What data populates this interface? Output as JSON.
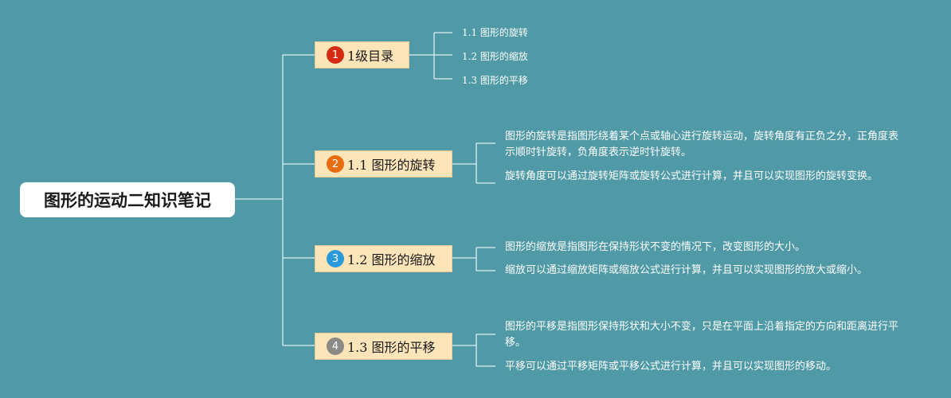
{
  "root": {
    "title": "图形的运动二知识笔记"
  },
  "branches": [
    {
      "badge": "1",
      "badge_color": "#d42a12",
      "label": "1级目录",
      "children": [
        "1.1 图形的旋转",
        "1.2 图形的缩放",
        "1.3 图形的平移"
      ]
    },
    {
      "badge": "2",
      "badge_color": "#e86c10",
      "label": "1.1 图形的旋转",
      "children": [
        "图形的旋转是指图形绕着某个点或轴心进行旋转运动，旋转角度有正负之分，正角度表示顺时针旋转，负角度表示逆时针旋转。",
        "旋转角度可以通过旋转矩阵或旋转公式进行计算，并且可以实现图形的旋转变换。"
      ]
    },
    {
      "badge": "3",
      "badge_color": "#2b9ad8",
      "label": "1.2 图形的缩放",
      "children": [
        "图形的缩放是指图形在保持形状不变的情况下，改变图形的大小。",
        "缩放可以通过缩放矩阵或缩放公式进行计算，并且可以实现图形的放大或缩小。"
      ]
    },
    {
      "badge": "4",
      "badge_color": "#8b8a86",
      "label": "1.3 图形的平移",
      "children": [
        "图形的平移是指图形保持形状和大小不变，只是在平面上沿着指定的方向和距离进行平移。",
        "平移可以通过平移矩阵或平移公式进行计算，并且可以实现图形的移动。"
      ]
    }
  ],
  "colors": {
    "background": "#4f9aa6",
    "branch_fill": "#fde5b9",
    "line": "#dbeff2"
  }
}
